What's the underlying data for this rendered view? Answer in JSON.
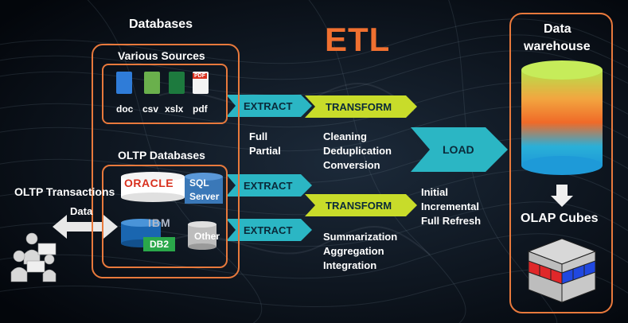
{
  "title": "ETL",
  "databases_heading": "Databases",
  "various_sources": {
    "heading": "Various Sources",
    "files": [
      "doc",
      "csv",
      "xslx",
      "pdf"
    ],
    "pdf_badge": "PDF"
  },
  "oltp_databases": {
    "heading": "OLTP Databases",
    "items": {
      "oracle": "ORACLE",
      "sql_server_line1": "SQL",
      "sql_server_line2": "Server",
      "ibm": "IBM",
      "db2": "DB2",
      "other": "Other"
    }
  },
  "oltp_transactions": {
    "line1": "OLTP Transactions",
    "line2": "Data"
  },
  "stages": {
    "extract_labels": [
      "EXTRACT",
      "EXTRACT",
      "EXTRACT"
    ],
    "transform_labels": [
      "TRANSFORM",
      "TRANSFORM"
    ],
    "load_label": "LOAD"
  },
  "extract_notes": [
    "Full",
    "Partial"
  ],
  "transform_notes_top": [
    "Cleaning",
    "Deduplication",
    "Conversion"
  ],
  "transform_notes_bottom": [
    "Summarization",
    "Aggregation",
    "Integration"
  ],
  "load_notes": [
    "Initial",
    "Incremental",
    "Full Refresh"
  ],
  "warehouse": {
    "line1": "Data",
    "line2": "warehouse",
    "olap": "OLAP Cubes"
  },
  "colors": {
    "accent_orange": "#e8793c",
    "extract_teal": "#2bb6c4",
    "transform_yellow": "#c8dc2a",
    "load_teal": "#2bb6c4"
  }
}
